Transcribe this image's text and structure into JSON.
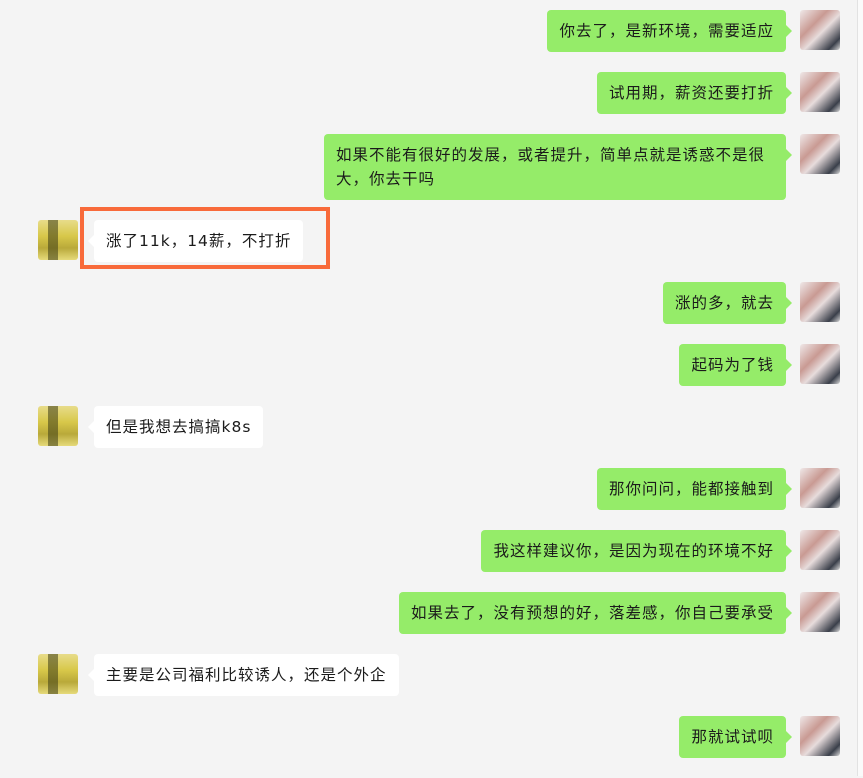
{
  "colors": {
    "sent_bubble": "#95ec69",
    "received_bubble": "#ffffff",
    "highlight": "#f86a3a",
    "background": "#f4f4f4"
  },
  "messages": [
    {
      "side": "right",
      "text": "你去了，是新环境，需要适应"
    },
    {
      "side": "right",
      "text": "试用期，薪资还要打折"
    },
    {
      "side": "right",
      "text": "如果不能有很好的发展，或者提升，简单点就是诱惑不是很大，你去干吗"
    },
    {
      "side": "left",
      "text": "涨了11k，14薪，不打折",
      "highlighted": true
    },
    {
      "side": "right",
      "text": "涨的多，就去"
    },
    {
      "side": "right",
      "text": "起码为了钱"
    },
    {
      "side": "left",
      "text": "但是我想去搞搞k8s"
    },
    {
      "side": "right",
      "text": "那你问问，能都接触到"
    },
    {
      "side": "right",
      "text": "我这样建议你，是因为现在的环境不好"
    },
    {
      "side": "right",
      "text": "如果去了，没有预想的好，落差感，你自己要承受"
    },
    {
      "side": "left",
      "text": "主要是公司福利比较诱人，还是个外企"
    },
    {
      "side": "right",
      "text": "那就试试呗"
    }
  ]
}
